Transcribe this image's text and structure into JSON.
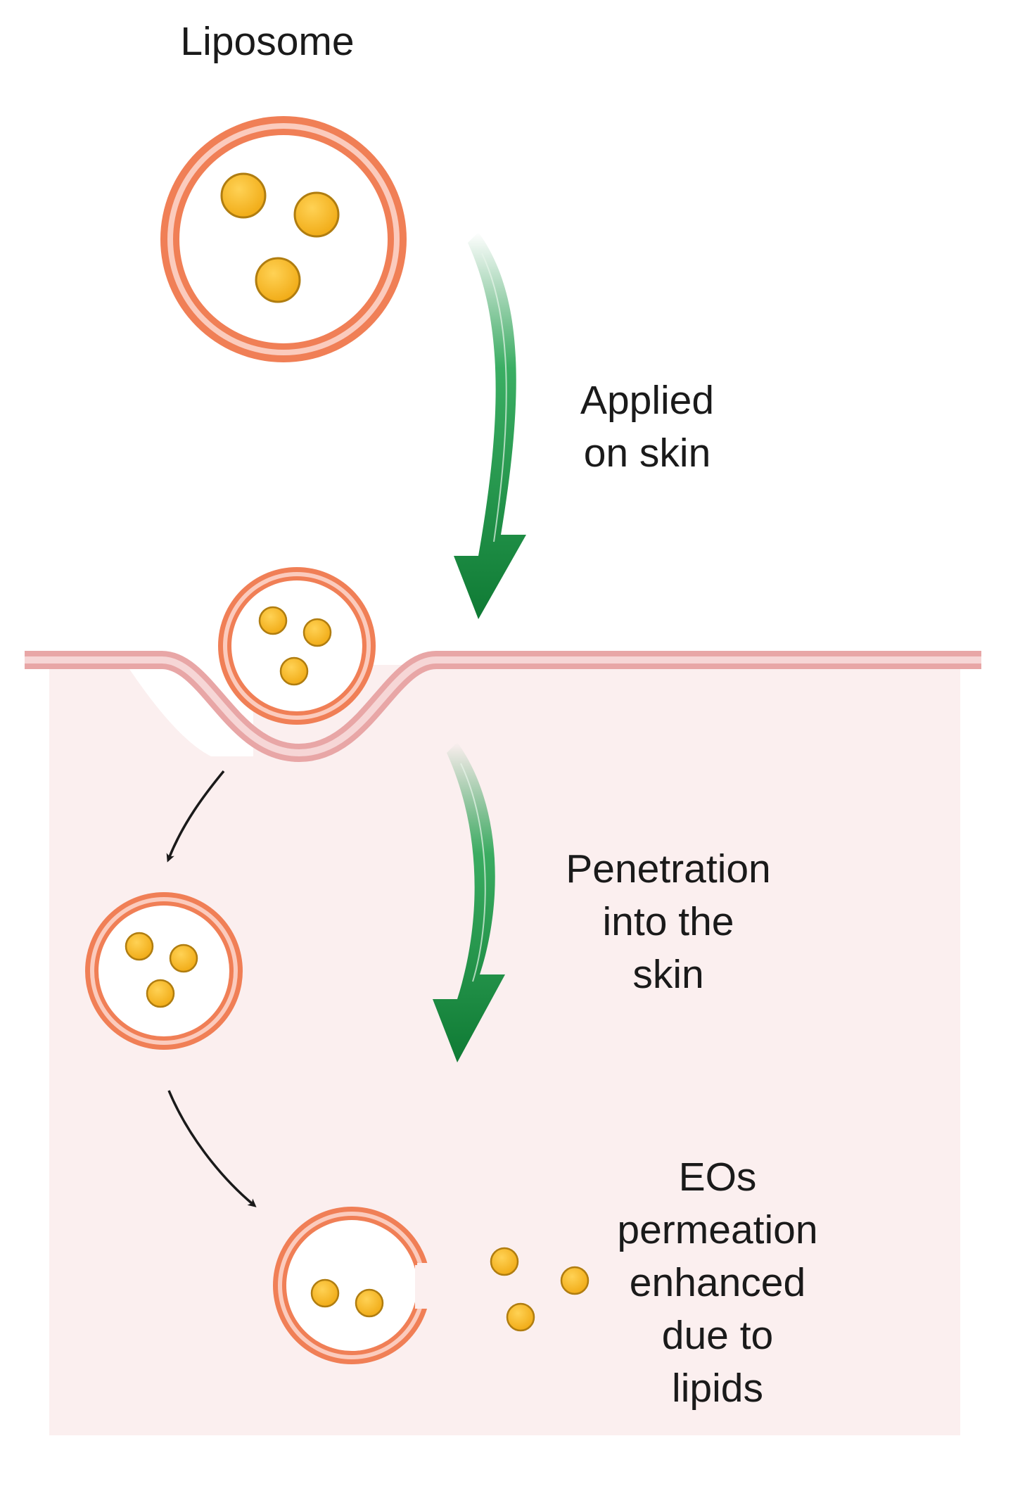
{
  "labels": {
    "liposome": "Liposome",
    "applied": [
      "Applied",
      "on skin"
    ],
    "penetration": [
      "Penetration",
      "into the",
      "skin"
    ],
    "permeation": [
      "EOs",
      "permeation",
      "enhanced",
      "due to",
      "lipids"
    ]
  },
  "colors": {
    "skin_fill": "#fbefef",
    "skin_line": "#e8a6a6",
    "skin_line_inner": "#f6d6d6",
    "membrane_outer": "#f07f56",
    "membrane_inner": "#fbcbbd",
    "droplet": "#f5b51f",
    "droplet_edge": "#b07d10",
    "green_arrow": "#138a3c",
    "black_arrow": "#1a1a1a"
  },
  "icons": [
    "liposome-vesicle-icon",
    "oil-droplet-icon",
    "green-curved-arrow-icon",
    "black-curved-arrow-icon"
  ]
}
